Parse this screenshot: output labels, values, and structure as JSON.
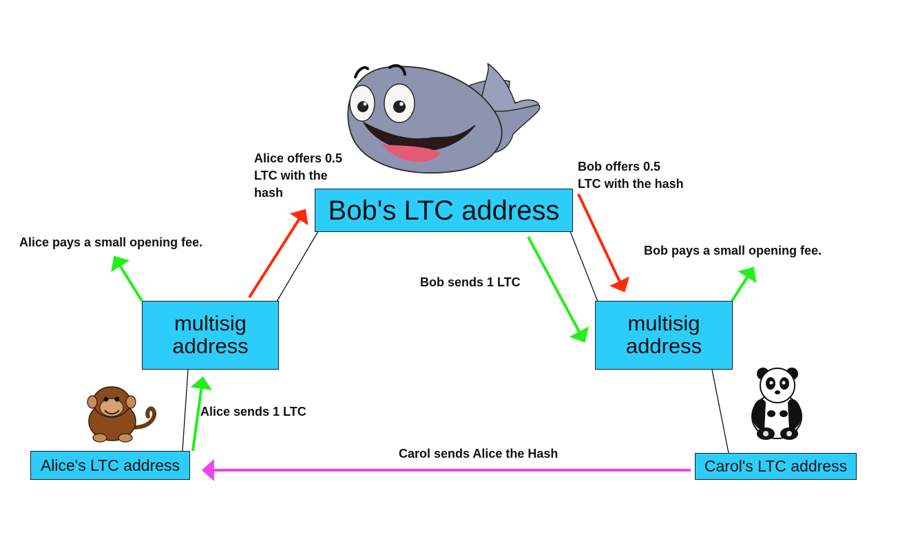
{
  "nodes": {
    "bob_address": "Bob's LTC address",
    "multisig_left": "multisig\naddress",
    "multisig_right": "multisig\naddress",
    "alice_address": "Alice's LTC address",
    "carol_address": "Carol's LTC address"
  },
  "labels": {
    "alice_offers": "Alice offers 0.5\nLTC with the\nhash",
    "bob_offers": "Bob offers 0.5\nLTC with the hash",
    "alice_fee": "Alice pays a small opening fee.",
    "bob_fee": "Bob pays a small opening fee.",
    "bob_sends": "Bob sends 1 LTC",
    "alice_sends": "Alice sends 1 LTC",
    "carol_sends": "Carol sends Alice the Hash"
  },
  "characters": {
    "bob": "whale-icon",
    "alice": "monkey-icon",
    "carol": "panda-icon"
  },
  "colors": {
    "box_fill": "#2ccdfb",
    "arrow_red": "#ff2a0a",
    "arrow_green": "#22f018",
    "arrow_magenta": "#f044f0",
    "connector": "#111111"
  }
}
